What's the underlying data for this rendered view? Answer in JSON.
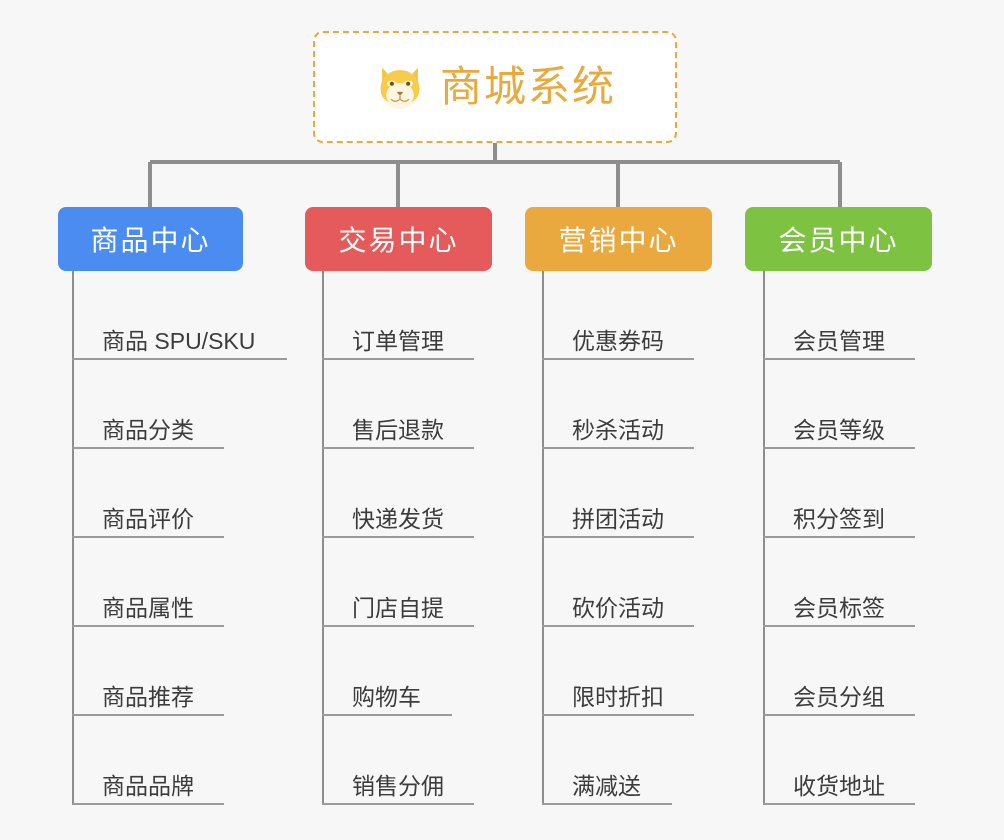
{
  "page": {
    "background_color": "#f7f7f7",
    "line_color": "#8e8e8e",
    "leaf_text_color": "#3c3c3c"
  },
  "root": {
    "title": "商城系统",
    "icon": "shiba-dog-emoji",
    "text_color": "#e9a93c",
    "border_color": "#e9a93c",
    "background_color": "#ffffff"
  },
  "columns": [
    {
      "header": "商品中心",
      "color": "#4a8cf0",
      "items": [
        "商品 SPU/SKU",
        "商品分类",
        "商品评价",
        "商品属性",
        "商品推荐",
        "商品品牌"
      ]
    },
    {
      "header": "交易中心",
      "color": "#e55b5b",
      "items": [
        "订单管理",
        "售后退款",
        "快递发货",
        "门店自提",
        "购物车",
        "销售分佣"
      ]
    },
    {
      "header": "营销中心",
      "color": "#eaa93f",
      "items": [
        "优惠券码",
        "秒杀活动",
        "拼团活动",
        "砍价活动",
        "限时折扣",
        "满减送"
      ]
    },
    {
      "header": "会员中心",
      "color": "#7ec242",
      "items": [
        "会员管理",
        "会员等级",
        "积分签到",
        "会员标签",
        "会员分组",
        "收货地址"
      ]
    }
  ]
}
